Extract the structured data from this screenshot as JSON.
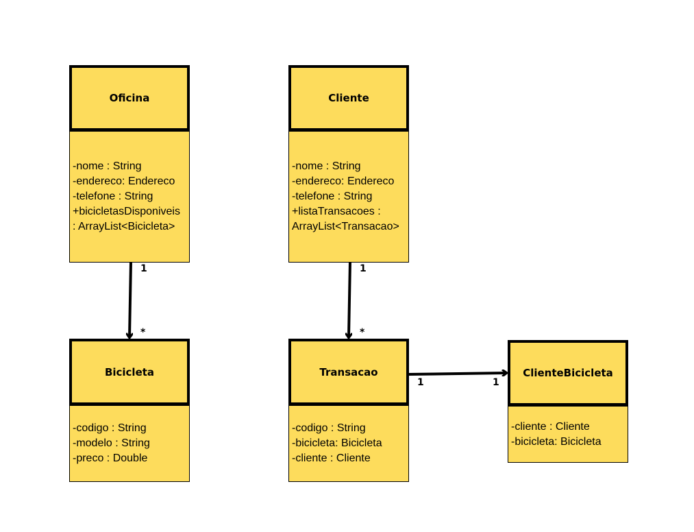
{
  "colors": {
    "class_fill": "#fddc5c",
    "border": "#000000",
    "background": "#ffffff"
  },
  "classes": {
    "oficina": {
      "name": "Oficina",
      "attributes": [
        "-nome : String",
        "-endereco: Endereco",
        "-telefone : String",
        "+bicicletasDisponiveis",
        ": ArrayList<Bicicleta>"
      ]
    },
    "cliente": {
      "name": "Cliente",
      "attributes": [
        "-nome : String",
        "-endereco: Endereco",
        "-telefone : String",
        "+listaTransacoes :",
        "ArrayList<Transacao>"
      ]
    },
    "bicicleta": {
      "name": "Bicicleta",
      "attributes": [
        "-codigo : String",
        "-modelo : String",
        "-preco : Double"
      ]
    },
    "transacao": {
      "name": "Transacao",
      "attributes": [
        "-codigo : String",
        "-bicicleta: Bicicleta",
        "-cliente : Cliente"
      ]
    },
    "cliente_bicicleta": {
      "name": "ClienteBicicleta",
      "attributes": [
        "-cliente : Cliente",
        "-bicicleta: Bicicleta"
      ]
    }
  },
  "associations": [
    {
      "from": "Oficina",
      "to": "Bicicleta",
      "from_multiplicity": "1",
      "to_multiplicity": "*"
    },
    {
      "from": "Cliente",
      "to": "Transacao",
      "from_multiplicity": "1",
      "to_multiplicity": "*"
    },
    {
      "from": "Transacao",
      "to": "ClienteBicicleta",
      "from_multiplicity": "1",
      "to_multiplicity": "1"
    }
  ]
}
